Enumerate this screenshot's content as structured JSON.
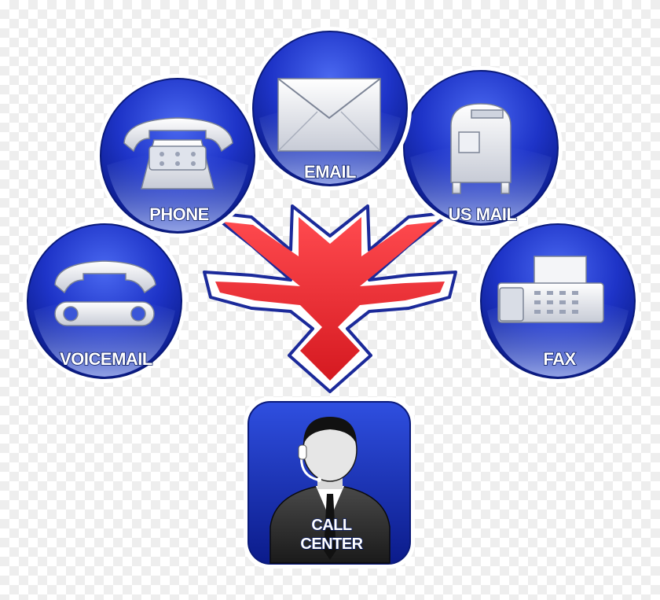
{
  "channels": [
    {
      "id": "phone",
      "label": "PHONE",
      "icon": "telephone-icon"
    },
    {
      "id": "email",
      "label": "EMAIL",
      "icon": "envelope-icon"
    },
    {
      "id": "us_mail",
      "label": "US MAIL",
      "icon": "mailbox-icon"
    },
    {
      "id": "voicemail",
      "label": "VOICEMAIL",
      "icon": "voicemail-icon"
    },
    {
      "id": "fax",
      "label": "FAX",
      "icon": "fax-machine-icon"
    }
  ],
  "call_center": {
    "label_line1": "CALL",
    "label_line2": "CENTER",
    "icon": "call-center-agent-icon"
  },
  "colors": {
    "bubble_dark": "#0d1f8c",
    "bubble_mid": "#2a46d6",
    "bubble_light": "#8fa4f0",
    "arrow_red": "#e8232a",
    "arrow_outline": "#1b2a9a"
  }
}
